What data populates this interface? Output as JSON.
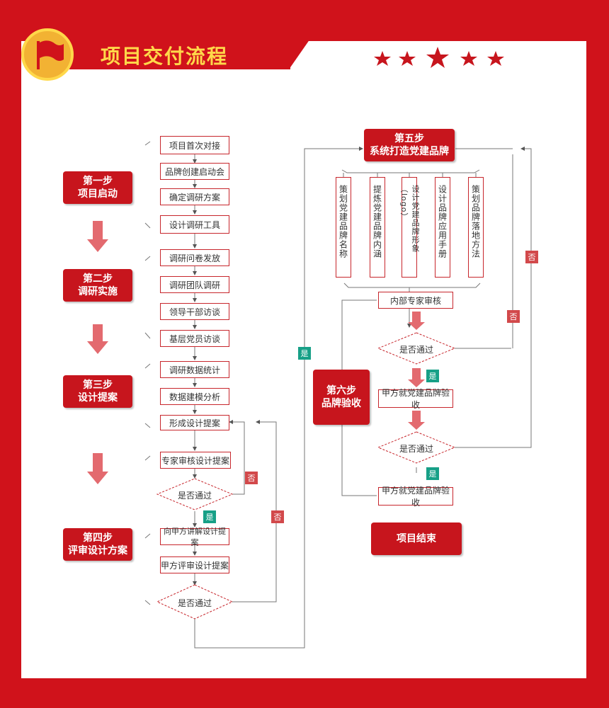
{
  "header": {
    "title": "项目交付流程"
  },
  "steps": {
    "s1": {
      "line1": "第一步",
      "line2": "项目启动"
    },
    "s2": {
      "line1": "第二步",
      "line2": "调研实施"
    },
    "s3": {
      "line1": "第三步",
      "line2": "设计提案"
    },
    "s4": {
      "line1": "第四步",
      "line2": "评审设计方案"
    },
    "s5": {
      "line1": "第五步",
      "line2": "系统打造党建品牌"
    },
    "s6": {
      "line1": "第六步",
      "line2": "品牌验收"
    }
  },
  "left_nodes": [
    "项目首次对接",
    "品牌创建启动会",
    "确定调研方案",
    "设计调研工具",
    "调研问卷发放",
    "调研团队调研",
    "领导干部访谈",
    "基层党员访谈",
    "调研数据统计",
    "数据建模分析",
    "形成设计提案",
    "专家审核设计提案",
    "向甲方讲解设计提案",
    "甲方评审设计提案"
  ],
  "left_decisions": [
    "是否通过",
    "是否通过"
  ],
  "brand_items": [
    "策划党建品牌名称",
    "提炼党建品牌内涵",
    "设计党建品牌形象（logo）",
    "设计品牌应用手册",
    "策划品牌落地方法"
  ],
  "right_nodes": {
    "expert_review": "内部专家审核",
    "client_check1": "甲方就党建品牌验收",
    "client_check2": "甲方就党建品牌验收",
    "end": "项目结束"
  },
  "right_decisions": [
    "是否通过",
    "是否通过"
  ],
  "tags": {
    "yes": "是",
    "no": "否"
  },
  "colors": {
    "brand_red": "#d0121b",
    "gold": "#ffd84a",
    "yes_green": "#17a087",
    "no_red": "#d2494b"
  }
}
